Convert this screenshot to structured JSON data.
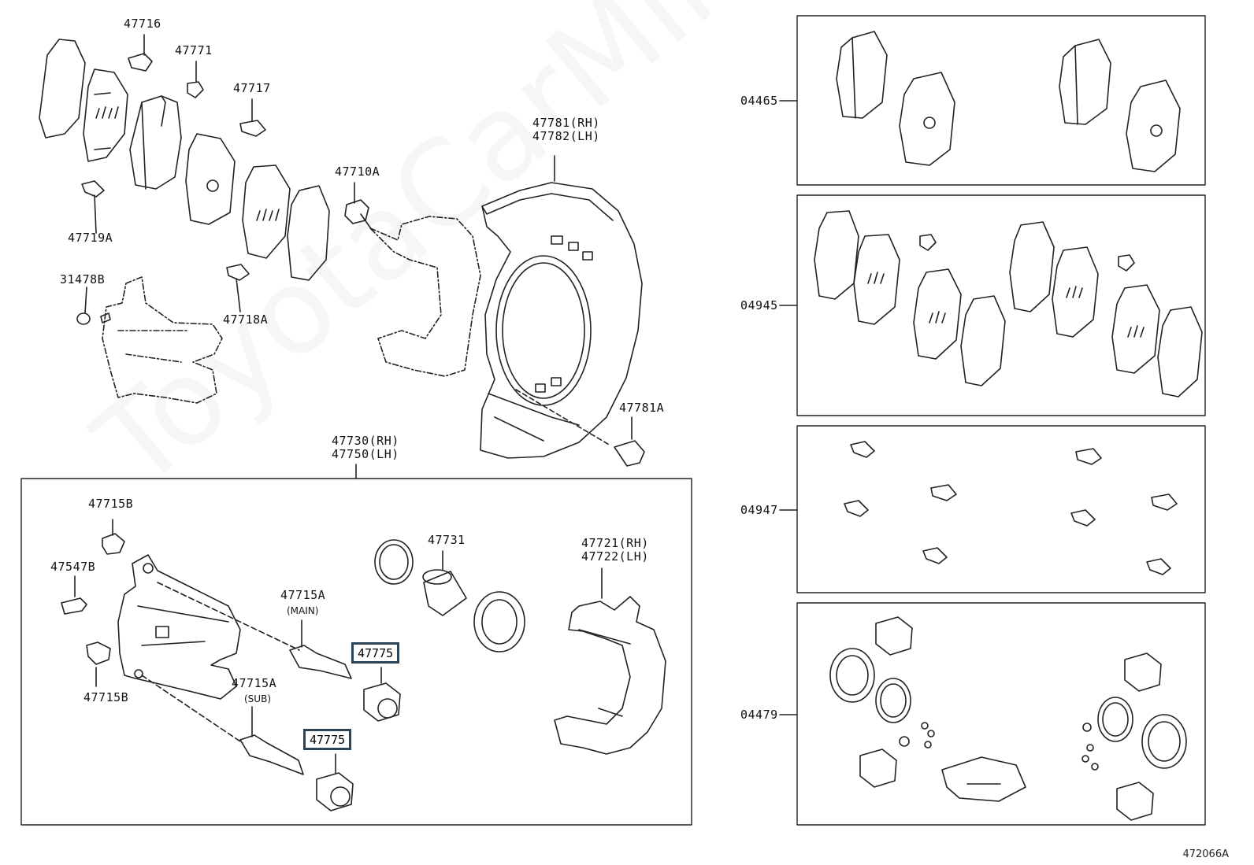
{
  "watermark": "ToyotaCarMine.ru",
  "diagram_code": "472066A",
  "labels": {
    "p47716": "47716",
    "p47771": "47771",
    "p47717": "47717",
    "p47719a": "47719A",
    "p31478b": "31478B",
    "p47718a": "47718A",
    "p47710a": "47710A",
    "p47781_rh": "47781(RH)",
    "p47782_lh": "47782(LH)",
    "p47781a": "47781A",
    "p47730_rh": "47730(RH)",
    "p47750_lh": "47750(LH)",
    "p47715b_top": "47715B",
    "p47547b": "47547B",
    "p47715b_bottom": "47715B",
    "p47715a_main": "47715A",
    "main_note": "(MAIN)",
    "p47715a_sub": "47715A",
    "sub_note": "(SUB)",
    "p47731": "47731",
    "p47721_rh": "47721(RH)",
    "p47722_lh": "47722(LH)",
    "p47775_upper": "47775",
    "p47775_lower": "47775",
    "p04465": "04465",
    "p04945": "04945",
    "p04947": "04947",
    "p04479": "04479"
  }
}
